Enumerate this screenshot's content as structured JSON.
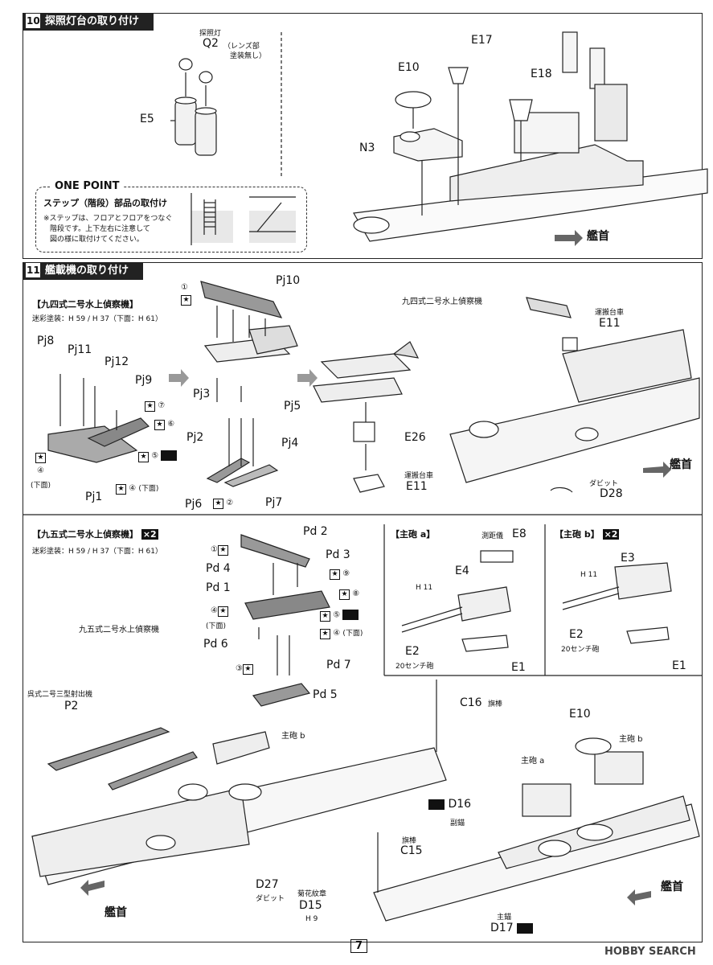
{
  "step10": {
    "num": "10",
    "title": "探照灯台の取り付け",
    "labels": {
      "searchlight": "探照灯",
      "q2": "Q2",
      "q2_note_1": "（レンズ部",
      "q2_note_2": "塗装無し）",
      "e5": "E5",
      "e10": "E10",
      "e17": "E17",
      "e18": "E18",
      "n3": "N3",
      "bow": "艦首"
    },
    "onepoint": {
      "header": "ONE POINT",
      "title": "ステップ（階段）部品の取付け",
      "text_1": "※ステップは、フロアとフロアをつなぐ",
      "text_2": "階段です。上下左右に注意して",
      "text_3": "図の様に取付けてください。"
    }
  },
  "step11": {
    "num": "11",
    "title": "艦載機の取り付け",
    "type94": {
      "header": "【九四式二号水上偵察機】",
      "paint": "迷彩塗装：H 59 / H 37（下面：H 61）",
      "parts": [
        "Pj8",
        "Pj11",
        "Pj12",
        "Pj9",
        "Pj10",
        "Pj1",
        "Pj3",
        "Pj5",
        "Pj2",
        "Pj4",
        "Pj6",
        "Pj7",
        "E26",
        "E11"
      ],
      "decals": [
        "①",
        "⑦",
        "⑥",
        "⑤",
        "④",
        "②"
      ],
      "underside": "(下面)",
      "cart": "運搬台車",
      "ship_label": "九四式二号水上偵察機",
      "cart2": "運搬台車",
      "e11b": "E11",
      "davit": "ダビット",
      "d28": "D28",
      "bow": "艦首"
    },
    "type95": {
      "header": "【九五式二号水上偵察機】",
      "x2": "×2",
      "paint": "迷彩塗装：H 59 / H 37（下面：H 61）",
      "parts": [
        "Pd 2",
        "Pd 3",
        "Pd 4",
        "Pd 1",
        "Pd 6",
        "Pd 7",
        "Pd 5"
      ],
      "decals": [
        "①",
        "⑨",
        "⑧",
        "⑤",
        "④",
        "③"
      ],
      "underside": "(下面)"
    },
    "main_a": {
      "header": "【主砲 a】",
      "rangefinder": "測距儀",
      "e8": "E8",
      "e4": "E4",
      "h11": "H 11",
      "e2": "E2",
      "gun": "20センチ砲",
      "e1": "E1"
    },
    "main_b": {
      "header": "【主砲 b】",
      "x2": "×2",
      "e3": "E3",
      "h11": "H 11",
      "e2": "E2",
      "gun": "20センチ砲",
      "e1": "E1"
    },
    "bottom": {
      "type95_label": "九五式二号水上偵察機",
      "catapult": "呉式二号三型射出機",
      "p2": "P2",
      "main_b": "主砲 b",
      "c16": "C16",
      "flagpole": "旗棒",
      "d16": "D16",
      "aux_anchor": "副錨",
      "d27": "D27",
      "davit": "ダビット",
      "c15": "C15",
      "flagpole2": "旗棒",
      "chrysanthemum": "菊花紋章",
      "d15": "D15",
      "h9": "H 9",
      "e10": "E10",
      "main_b2": "主砲 b",
      "main_a": "主砲 a",
      "main_anchor": "主錨",
      "d17": "D17",
      "bow_left": "艦首",
      "bow_right": "艦首"
    }
  },
  "footer": {
    "page": "7",
    "watermark": "HOBBY SEARCH"
  }
}
